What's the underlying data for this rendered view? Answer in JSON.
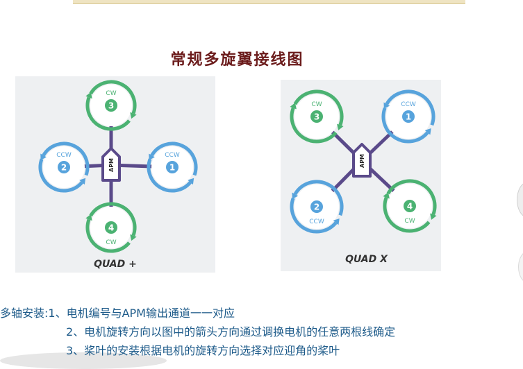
{
  "title": "常规多旋翼接线图",
  "colors": {
    "cw": "#4bb272",
    "ccw": "#57a3dc",
    "frame": "#5a4a8a",
    "panel": "#eef0f2",
    "title": "#6b1b1b",
    "notes": "#1e5b8a"
  },
  "quad_plus": {
    "label": "QUAD +",
    "center": "APM",
    "motors": [
      {
        "number": "3",
        "dir": "CW",
        "position": "top"
      },
      {
        "number": "2",
        "dir": "CCW",
        "position": "left"
      },
      {
        "number": "1",
        "dir": "CCW",
        "position": "right"
      },
      {
        "number": "4",
        "dir": "CW",
        "position": "bottom"
      }
    ]
  },
  "quad_x": {
    "label": "QUAD X",
    "center": "APM",
    "motors": [
      {
        "number": "3",
        "dir": "CW",
        "position": "top-left"
      },
      {
        "number": "1",
        "dir": "CCW",
        "position": "top-right"
      },
      {
        "number": "2",
        "dir": "CCW",
        "position": "bottom-left"
      },
      {
        "number": "4",
        "dir": "CW",
        "position": "bottom-right"
      }
    ]
  },
  "notes": {
    "line1": "多轴安装:1、电机编号与APM输出通道一一对应",
    "line2": "2、电机旋转方向以图中的箭头方向通过调换电机的任意两根线确定",
    "line3": "3、桨叶的安装根据电机的旋转方向选择对应迎角的桨叶"
  }
}
